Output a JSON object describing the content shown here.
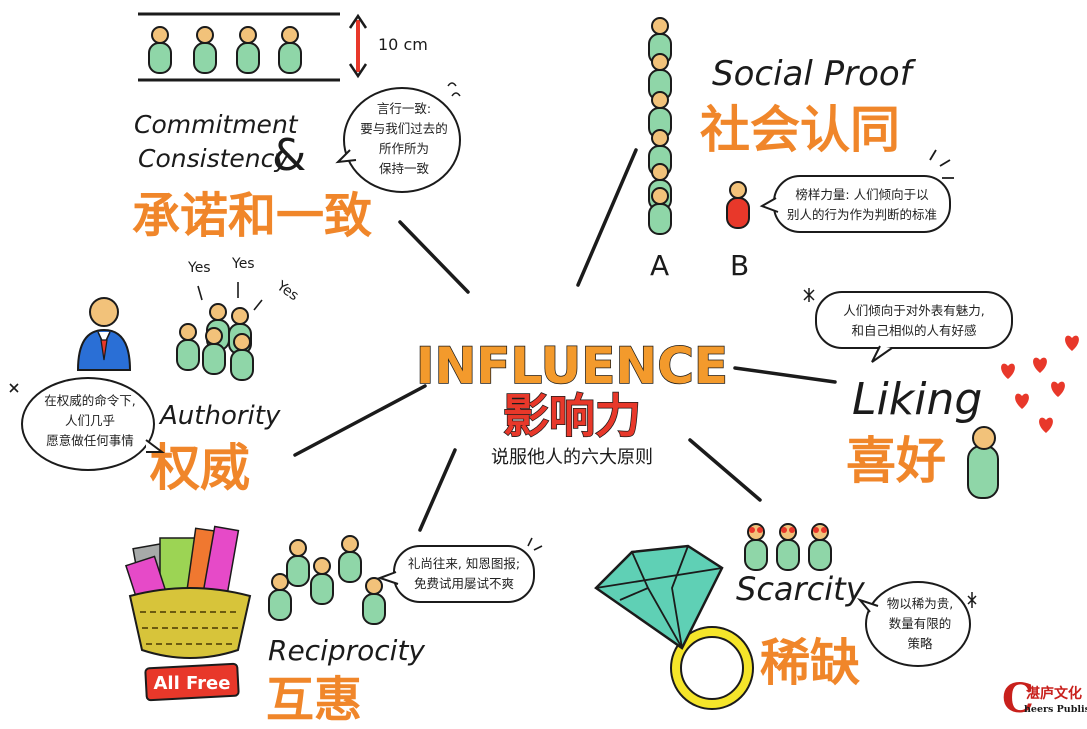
{
  "colors": {
    "person_green": "#8fd6a8",
    "skin": "#f2c27a",
    "orange": "#f0862a",
    "red": "#e8382a",
    "diamond": "#5fd0b5",
    "ring_yellow": "#f5e52a",
    "ink": "#1b1b1b"
  },
  "center": {
    "title_en": "INFLUENCE",
    "title_cn": "影响力",
    "subtitle": "说服他人的六大原则"
  },
  "principles": {
    "commitment": {
      "en_line1": "Commitment",
      "en_line2": "Consistency",
      "amp": "&",
      "cn": "承诺和一致",
      "measure": "10 cm",
      "bubble": [
        "言行一致:",
        "要与我们过去的",
        "所作所为",
        "保持一致"
      ]
    },
    "social_proof": {
      "en": "Social Proof",
      "cn": "社会认同",
      "label_a": "A",
      "label_b": "B",
      "bubble": [
        "榜样力量: 人们倾向于以",
        "别人的行为作为判断的标准"
      ]
    },
    "authority": {
      "en": "Authority",
      "cn": "权威",
      "yes_labels": [
        "Yes",
        "Yes",
        "Yes"
      ],
      "bubble": [
        "在权威的命令下,",
        "人们几乎",
        "愿意做任何事情"
      ]
    },
    "liking": {
      "en": "Liking",
      "cn": "喜好",
      "bubble": [
        "人们倾向于对外表有魅力,",
        "和自己相似的人有好感"
      ]
    },
    "reciprocity": {
      "en": "Reciprocity",
      "cn": "互惠",
      "tag": "All Free",
      "bubble": [
        "礼尚往来, 知恩图报;",
        "免费试用屡试不爽"
      ]
    },
    "scarcity": {
      "en": "Scarcity",
      "cn": "稀缺",
      "bubble": [
        "物以稀为贵,",
        "数量有限的",
        "策略"
      ]
    }
  },
  "logo": {
    "mark": "C",
    "cn": "湛庐文化",
    "en": "heers Publishing"
  }
}
